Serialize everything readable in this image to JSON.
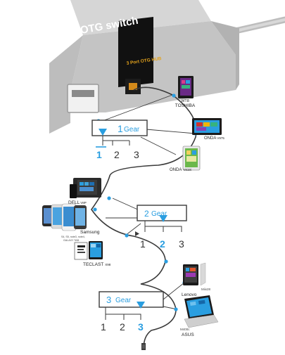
{
  "header": {
    "brand_text": "OTG switch",
    "hub_label": "3 Port OTG HUB"
  },
  "gears": [
    {
      "number": "1",
      "word": "Gear",
      "positions": [
        "1",
        "2",
        "3"
      ],
      "active": 1
    },
    {
      "number": "2",
      "word": "Gear",
      "positions": [
        "1",
        "2",
        "3"
      ],
      "active": 2
    },
    {
      "number": "3",
      "word": "Gear",
      "positions": [
        "1",
        "2",
        "3"
      ],
      "active": 3
    }
  ],
  "devices": {
    "toshiba": {
      "line1": "WT8",
      "line2": "TOSHIBA"
    },
    "onda_v975": {
      "line1": "ONDA",
      "line2": "V975"
    },
    "onda_v819": {
      "line1": "ONDA",
      "line2": "V819i"
    },
    "dell": {
      "line1": "DELL",
      "line2": "V8P"
    },
    "samsung": {
      "line1": "Samsung",
      "line2": "S4, S5, note3, note4,",
      "line3": "GALAXY TAB"
    },
    "teclast": {
      "line1": "TECLAST",
      "line2": "X98"
    },
    "lenovo": {
      "line1": "Miix28",
      "line2": "Lenovo"
    },
    "asus": {
      "line1": "M400c",
      "line2": "ASUS"
    }
  },
  "colors": {
    "accent": "#2a9ee0",
    "wire": "#3a3a3a",
    "hub_body": "#c9c9c9",
    "hub_shadow": "#a8a8a8",
    "label_strip": "#111111",
    "label_text": "#e3a21c"
  }
}
